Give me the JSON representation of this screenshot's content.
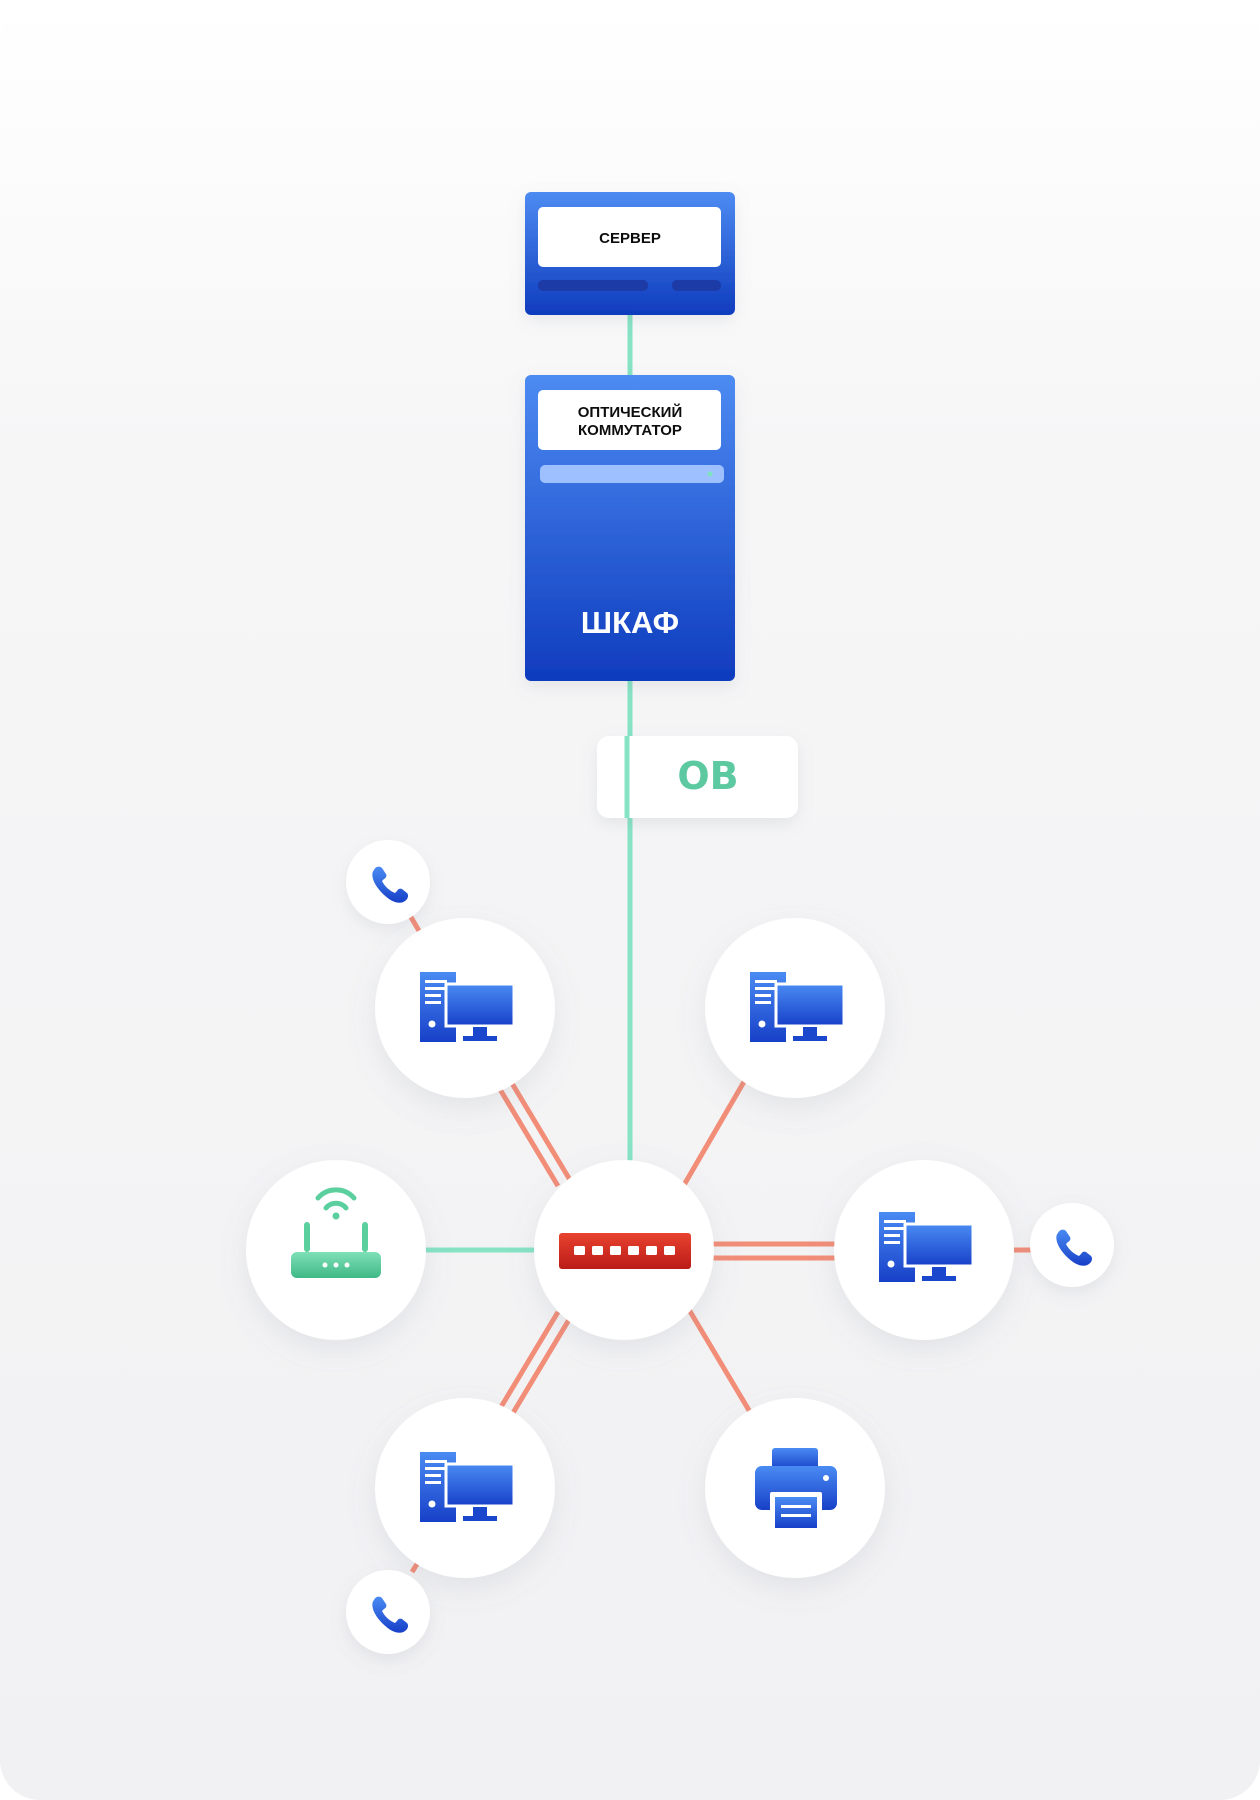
{
  "server": {
    "label": "СЕРВЕР"
  },
  "switch": {
    "label_line1": "ОПТИЧЕСКИЙ",
    "label_line2": "КОММУТАТОР"
  },
  "cabinet": {
    "label": "ШКАФ"
  },
  "fiber": {
    "label": "ОВ"
  },
  "colors": {
    "device_blue_top": "#4a86f0",
    "device_blue_bottom": "#0f3fc2",
    "fiber_line": "#86e3c4",
    "copper_line": "#f28d78",
    "router_green": "#5ccf9f",
    "hub_red": "#d42a20",
    "ov_text": "#5cc9a0"
  },
  "nodes": [
    {
      "name": "pc-top-left",
      "icon": "computer-icon"
    },
    {
      "name": "pc-top-right",
      "icon": "computer-icon"
    },
    {
      "name": "router",
      "icon": "wifi-router-icon"
    },
    {
      "name": "hub",
      "icon": "network-switch-icon"
    },
    {
      "name": "pc-right",
      "icon": "computer-icon"
    },
    {
      "name": "pc-bottom-left",
      "icon": "computer-icon"
    },
    {
      "name": "printer",
      "icon": "printer-icon"
    },
    {
      "name": "phone-top-left",
      "icon": "phone-icon"
    },
    {
      "name": "phone-right",
      "icon": "phone-icon"
    },
    {
      "name": "phone-bottom-left",
      "icon": "phone-icon"
    }
  ]
}
